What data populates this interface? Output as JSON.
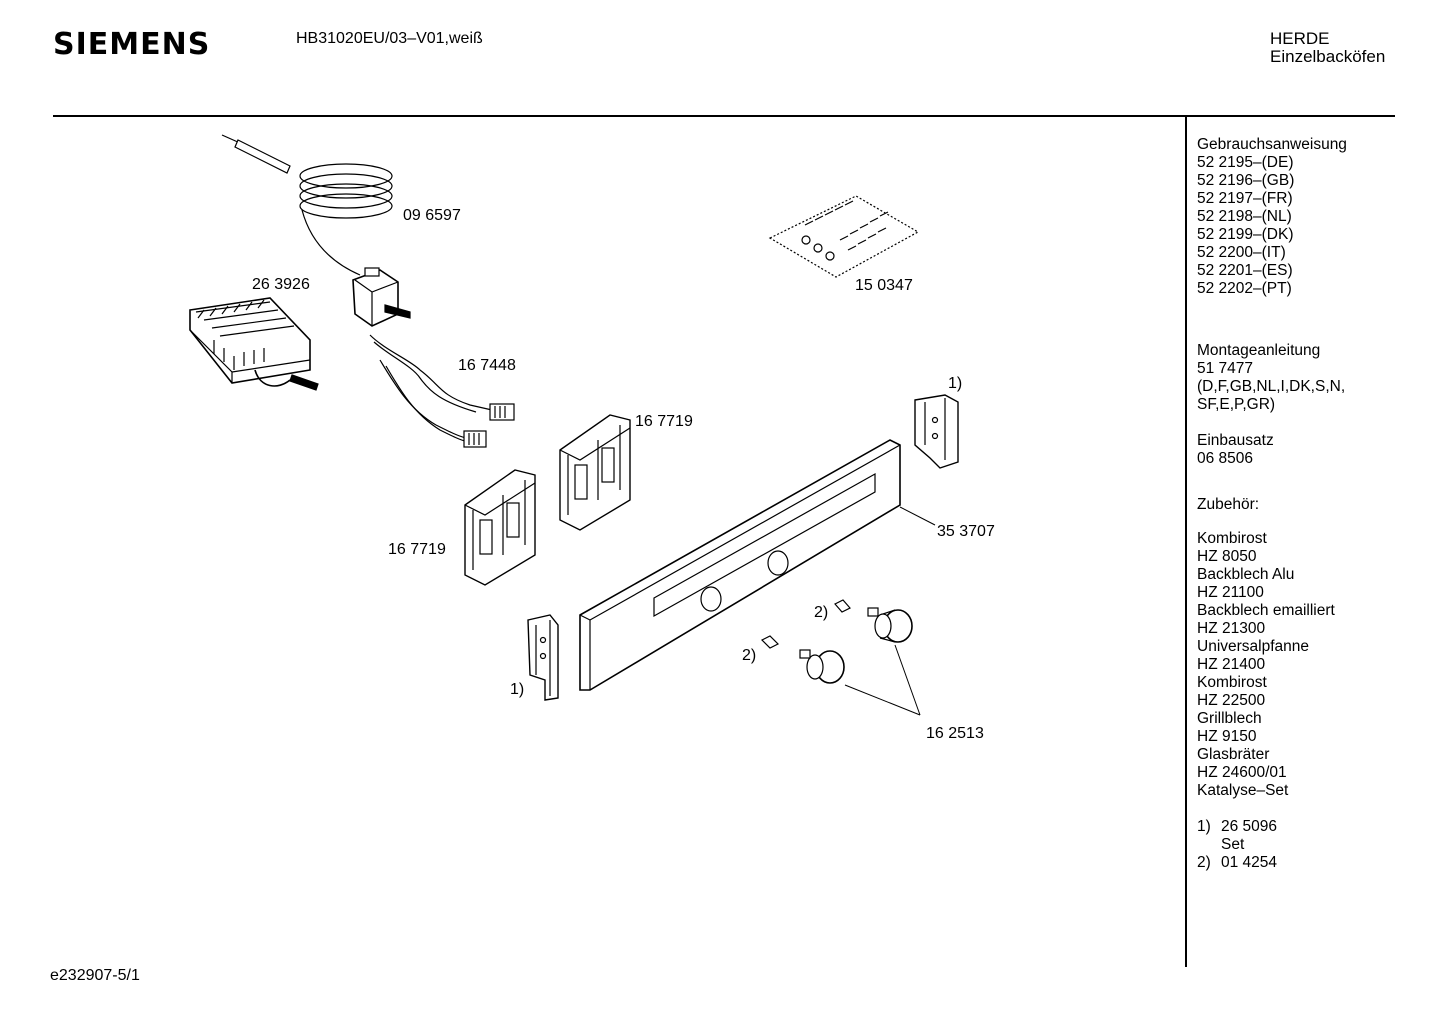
{
  "header": {
    "brand": "SIEMENS",
    "model": "HB31020EU/03–V01,weiß",
    "category_line1": "HERDE",
    "category_line2": "Einzelbacköfen"
  },
  "sidebar": {
    "manual_title": "Gebrauchsanweisung",
    "manual_items": [
      "52 2195–(DE)",
      "52 2196–(GB)",
      "52 2197–(FR)",
      "52 2198–(NL)",
      "52 2199–(DK)",
      "52 2200–(IT)",
      "52 2201–(ES)",
      "52 2202–(PT)"
    ],
    "assembly_title": "Montageanleitung",
    "assembly_number": "51 7477",
    "assembly_lang1": "(D,F,GB,NL,I,DK,S,N,",
    "assembly_lang2": "SF,E,P,GR)",
    "install_title": "Einbausatz",
    "install_number": "06 8506",
    "accessories_title": "Zubehör:",
    "accessories": [
      "Kombirost",
      "HZ 8050",
      "Backblech Alu",
      "HZ 21100",
      "Backblech emailliert",
      "HZ 21300",
      "Universalpfanne",
      "HZ 21400",
      "Kombirost",
      "HZ 22500",
      "Grillblech",
      "HZ 9150",
      "Glasbräter",
      "HZ 24600/01",
      "Katalyse–Set"
    ],
    "notes": [
      {
        "num": "1)",
        "line1": "26 5096",
        "line2": "Set"
      },
      {
        "num": "2)",
        "line1": "01 4254",
        "line2": ""
      }
    ]
  },
  "diagram": {
    "labels": {
      "thermostat": "09 6597",
      "switch": "26 3926",
      "screws": "15 0347",
      "cable": "16 7448",
      "bracket_upper": "16 7719",
      "bracket_lower": "16 7719",
      "panel": "35 3707",
      "knobs": "16 2513",
      "note1_right": "1)",
      "note1_left": "1)",
      "note2_upper": "2)",
      "note2_lower": "2)"
    }
  },
  "footer": {
    "code": "e232907-5/1"
  }
}
